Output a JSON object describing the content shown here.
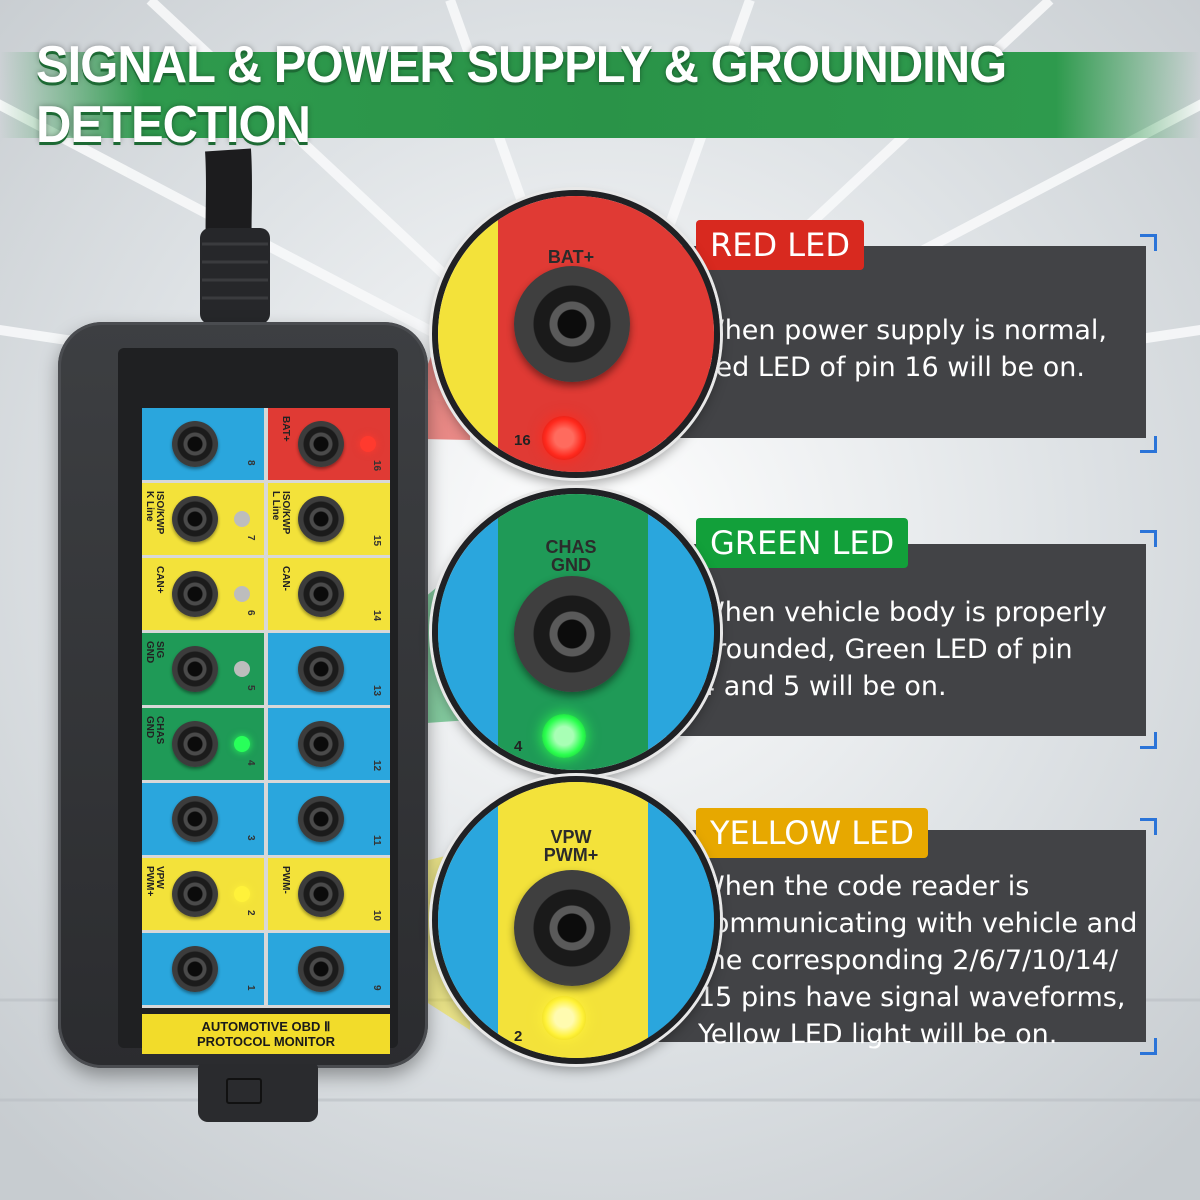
{
  "title": "SIGNAL & POWER SUPPLY & GROUNDING DETECTION",
  "colors": {
    "banner_green": "#2a9348",
    "red": "#d8291f",
    "green": "#12a03a",
    "yellow": "#e7a800",
    "panel_blue": "#2aa6dd",
    "panel_yellow": "#f3e23a",
    "panel_red": "#e03a34",
    "panel_green": "#1f9a57",
    "info_bg": "#424346",
    "corner_blue": "#2b74d8"
  },
  "device": {
    "label_line1": "AUTOMOTIVE OBD Ⅱ",
    "label_line2": "PROTOCOL MONITOR",
    "pins": [
      {
        "num": "8",
        "label": "",
        "color": "blue",
        "led": "none"
      },
      {
        "num": "16",
        "label": "BAT+",
        "color": "red",
        "led": "red"
      },
      {
        "num": "7",
        "label": "ISO/KWP\nK Line",
        "color": "yellow",
        "led": "off"
      },
      {
        "num": "15",
        "label": "ISO/KWP\nL Line",
        "color": "yellow",
        "led": "none"
      },
      {
        "num": "6",
        "label": "CAN+",
        "color": "yellow",
        "led": "off"
      },
      {
        "num": "14",
        "label": "CAN-",
        "color": "yellow",
        "led": "none"
      },
      {
        "num": "5",
        "label": "SIG\nGND",
        "color": "green",
        "led": "off"
      },
      {
        "num": "13",
        "label": "",
        "color": "blue",
        "led": "none"
      },
      {
        "num": "4",
        "label": "CHAS\nGND",
        "color": "green",
        "led": "green"
      },
      {
        "num": "12",
        "label": "",
        "color": "blue",
        "led": "none"
      },
      {
        "num": "3",
        "label": "",
        "color": "blue",
        "led": "none"
      },
      {
        "num": "11",
        "label": "",
        "color": "blue",
        "led": "none"
      },
      {
        "num": "2",
        "label": "VPW\nPWM+",
        "color": "yellow",
        "led": "yellow"
      },
      {
        "num": "10",
        "label": "PWM-",
        "color": "yellow",
        "led": "none"
      },
      {
        "num": "1",
        "label": "",
        "color": "blue",
        "led": "none"
      },
      {
        "num": "9",
        "label": "",
        "color": "blue",
        "led": "none"
      }
    ]
  },
  "sections": [
    {
      "tag": "RED LED",
      "tag_color": "#d8291f",
      "text": "When power supply is normal,\nRed LED of pin 16 will be on.",
      "zoom_label": "BAT+",
      "zoom_num": "16",
      "zoom_color": "red",
      "led_color": "#ff2a1e"
    },
    {
      "tag": "GREEN LED",
      "tag_color": "#12a03a",
      "text": "When vehicle body is properly\ngrounded, Green LED of pin\n4 and 5 will be on.",
      "zoom_label": "CHAS\nGND",
      "zoom_num": "4",
      "zoom_color": "green",
      "led_color": "#2bff4f"
    },
    {
      "tag": "YELLOW LED",
      "tag_color": "#e7a800",
      "text": "When the code reader is\ncommunicating with vehicle and\nthe corresponding 2/6/7/10/14/\n15 pins have signal waveforms,\nYellow LED light will be on.",
      "zoom_label": "VPW\nPWM+",
      "zoom_num": "2",
      "zoom_color": "yellow",
      "led_color": "#fff23a"
    }
  ]
}
